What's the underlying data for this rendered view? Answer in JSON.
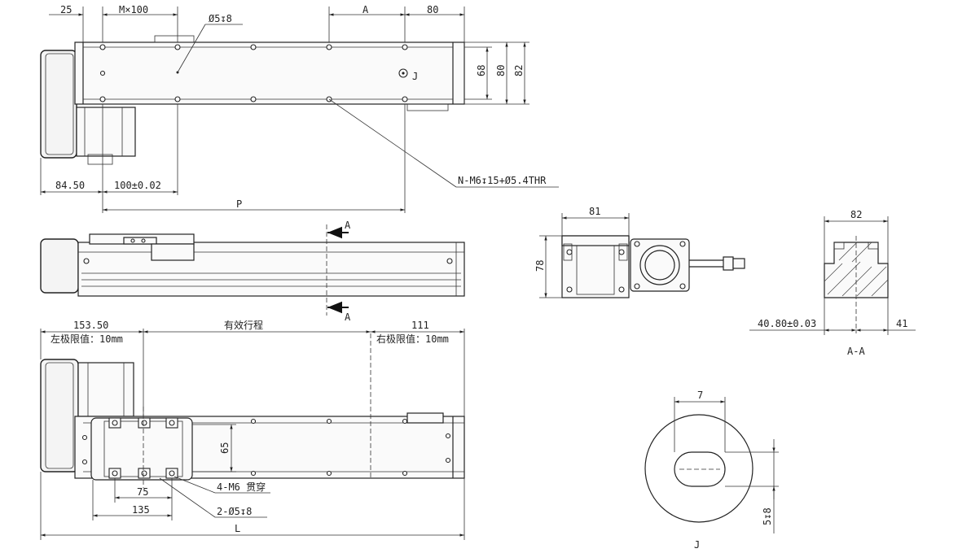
{
  "top_view": {
    "dims": {
      "d25": "25",
      "m100": "M×100",
      "hole_spec": "Ø5↧8",
      "a": "A",
      "d80_top": "80",
      "d68": "68",
      "d80_side": "80",
      "d82_side": "82",
      "d8450": "84.50",
      "d100": "100±0.02",
      "p": "P",
      "n_m6": "N-M6↧15+Ø5.4THR",
      "j_mark": "J"
    }
  },
  "side_view": {
    "section_a_top": "A",
    "section_a_bottom": "A"
  },
  "bottom_view": {
    "dims": {
      "d15350": "153.50",
      "left_limit": "左极限值：10mm",
      "stroke": "有效行程",
      "d111": "111",
      "right_limit": "右极限值：10mm",
      "d65": "65",
      "d75": "75",
      "d135": "135",
      "m6_through": "4-M6 贯穿",
      "hole_2": "2-Ø5↧8",
      "l": "L"
    }
  },
  "end_view": {
    "d81": "81",
    "d78": "78"
  },
  "section_view": {
    "d82": "82",
    "d4080": "40.80±0.03",
    "d41": "41",
    "label": "A-A"
  },
  "detail_j": {
    "d7": "7",
    "depth": "5↧8",
    "label": "J"
  }
}
